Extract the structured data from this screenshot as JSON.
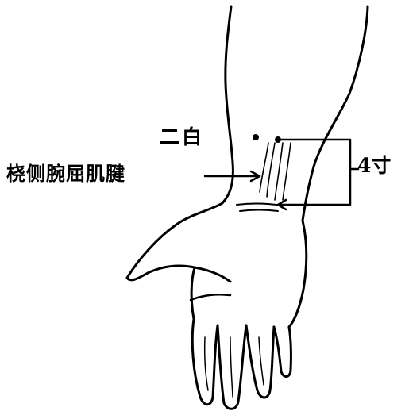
{
  "labels": {
    "acupoint": "二白",
    "tendon": "桡侧腕屈肌腱",
    "distance": "4寸"
  },
  "colors": {
    "ink": "#000000",
    "background": "#ffffff"
  }
}
